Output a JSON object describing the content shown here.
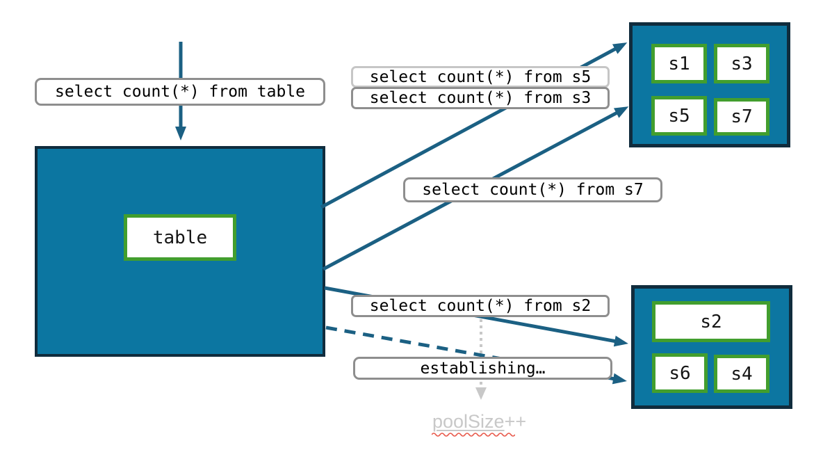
{
  "diagram": {
    "source_node": {
      "label": "table"
    },
    "query_labels": {
      "from_table": "select count(*) from table",
      "from_s5": "select count(*) from s5",
      "from_s3": "select count(*) from s3",
      "from_s7": "select count(*) from s7",
      "from_s2": "select count(*) from s2",
      "establishing": "establishing…"
    },
    "shard_group_top": {
      "shards": [
        "s1",
        "s3",
        "s5",
        "s7"
      ]
    },
    "shard_group_bottom": {
      "wide_shard": "s2",
      "shards": [
        "s6",
        "s4"
      ]
    },
    "poolsize": {
      "text": "poolSize",
      "suffix": "++"
    },
    "colors": {
      "node_fill": "#0c76a1",
      "node_border": "#102c3d",
      "shard_border_green": "#429e2e",
      "arrow_blue": "#1b6083",
      "label_border_gray": "#8e8e8e",
      "label_border_light": "#c6c6c6",
      "poolsize_gray": "#c8c8c8",
      "squiggle_red": "#e8594b"
    }
  }
}
